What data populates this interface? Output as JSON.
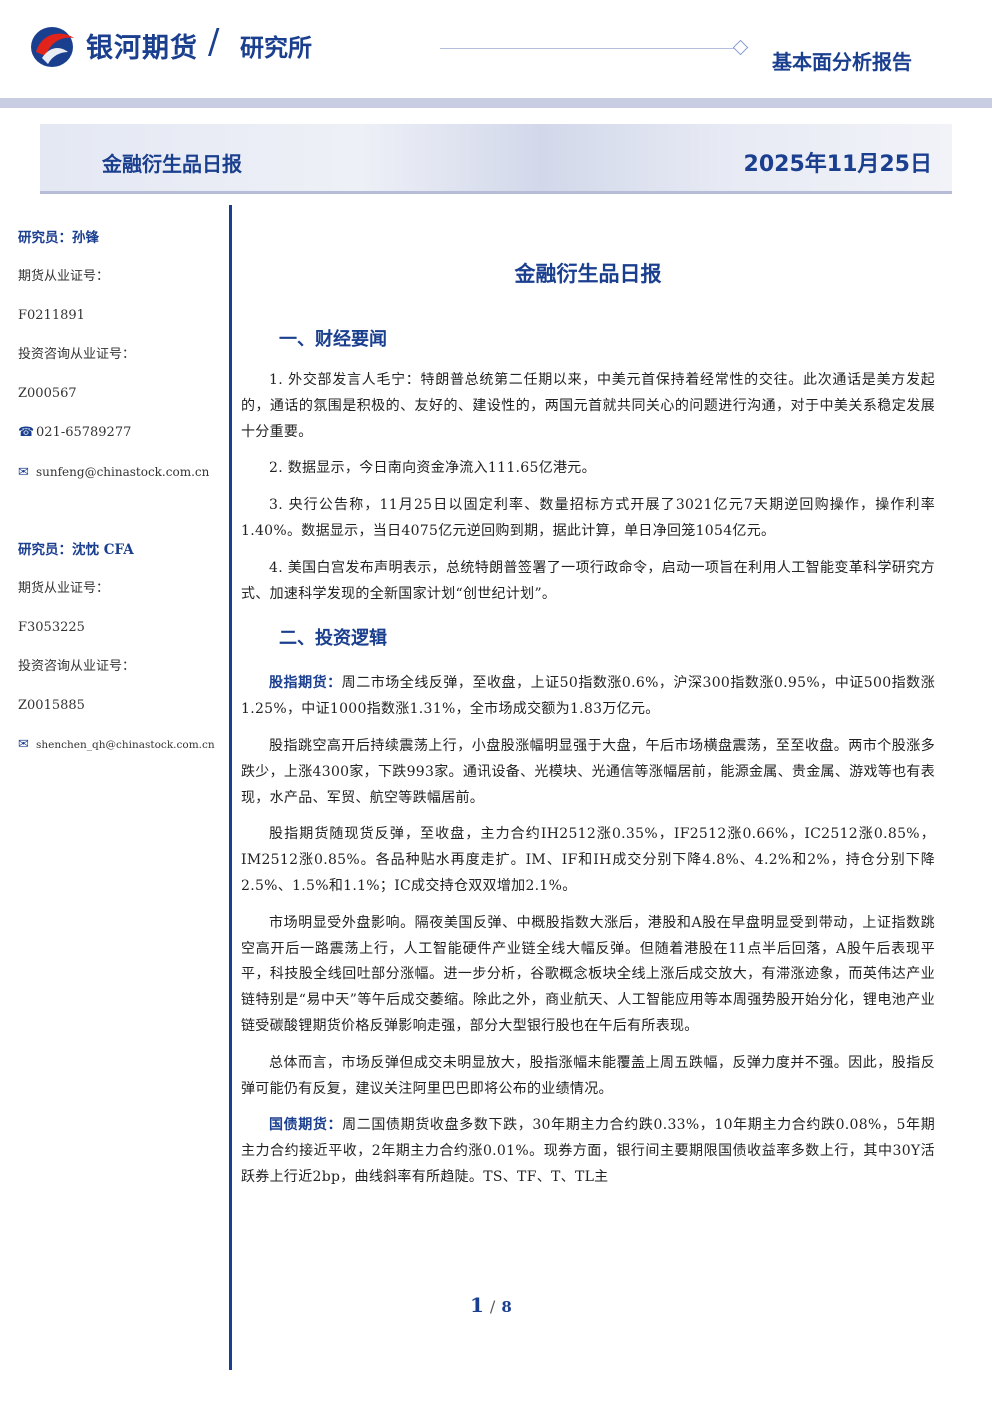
{
  "header": {
    "brand": "银河期货",
    "sub": "研究所",
    "report_type": "基本面分析报告"
  },
  "title_bar": {
    "name": "金融衍生品日报",
    "date": "2025年11月25日"
  },
  "sidebar": {
    "r1_name": "研究员：孙锋",
    "r1_futures_label": "期货从业证号：",
    "r1_futures_id": "F0211891",
    "r1_consult_label": "投资咨询从业证号：",
    "r1_consult_id": "Z000567",
    "r1_phone": "021-65789277",
    "r1_email": "sunfeng@chinastock.com.cn",
    "r2_name": "研究员：沈忱  CFA",
    "r2_futures_label": "期货从业证号：",
    "r2_futures_id": "F3053225",
    "r2_consult_label": "投资咨询从业证号：",
    "r2_consult_id": "Z0015885",
    "r2_email": "shenchen_qh@chinastock.com.cn"
  },
  "main": {
    "title": "金融衍生品日报",
    "sec1": "一、财经要闻",
    "news": [
      "1. 外交部发言人毛宁：特朗普总统第二任期以来，中美元首保持着经常性的交往。此次通话是美方发起的，通话的氛围是积极的、友好的、建设性的，两国元首就共同关心的问题进行沟通，对于中美关系稳定发展十分重要。",
      "2. 数据显示，今日南向资金净流入111.65亿港元。",
      "3. 央行公告称，11月25日以固定利率、数量招标方式开展了3021亿元7天期逆回购操作，操作利率1.40%。数据显示，当日4075亿元逆回购到期，据此计算，单日净回笼1054亿元。",
      "4. 美国白宫发布声明表示，总统特朗普签署了一项行政命令，启动一项旨在利用人工智能变革科学研究方式、加速科学发现的全新国家计划“创世纪计划”。"
    ],
    "sec2": "二、投资逻辑",
    "stock_lead": "股指期货：",
    "stock_p1": "周二市场全线反弹，至收盘，上证50指数涨0.6%，沪深300指数涨0.95%，中证500指数涨1.25%，中证1000指数涨1.31%，全市场成交额为1.83万亿元。",
    "stock_p2": "股指跳空高开后持续震荡上行，小盘股涨幅明显强于大盘，午后市场横盘震荡，至至收盘。两市个股涨多跌少，上涨4300家，下跌993家。通讯设备、光模块、光通信等涨幅居前，能源金属、贵金属、游戏等也有表现，水产品、军贸、航空等跌幅居前。",
    "stock_p3": "股指期货随现货反弹，至收盘，主力合约IH2512涨0.35%，IF2512涨0.66%，IC2512涨0.85%，IM2512涨0.85%。各品种贴水再度走扩。IM、IF和IH成交分别下降4.8%、4.2%和2%，持仓分别下降2.5%、1.5%和1.1%；IC成交持仓双双增加2.1%。",
    "stock_p4": "市场明显受外盘影响。隔夜美国反弹、中概股指数大涨后，港股和A股在早盘明显受到带动，上证指数跳空高开后一路震荡上行，人工智能硬件产业链全线大幅反弹。但随着港股在11点半后回落，A股午后表现平平，科技股全线回吐部分涨幅。进一步分析，谷歌概念板块全线上涨后成交放大，有滞涨迹象，而英伟达产业链特别是“易中天”等午后成交萎缩。除此之外，商业航天、人工智能应用等本周强势股开始分化，锂电池产业链受碳酸锂期货价格反弹影响走强，部分大型银行股也在午后有所表现。",
    "stock_p5": "总体而言，市场反弹但成交未明显放大，股指涨幅未能覆盖上周五跌幅，反弹力度并不强。因此，股指反弹可能仍有反复，建议关注阿里巴巴即将公布的业绩情况。",
    "bond_lead": "国债期货：",
    "bond_p1": "周二国债期货收盘多数下跌，30年期主力合约跌0.33%，10年期主力合约跌0.08%，5年期主力合约接近平收，2年期主力合约涨0.01%。现券方面，银行间主要期限国债收益率多数上行，其中30Y活跃券上行近2bp，曲线斜率有所趋陡。TS、TF、T、TL主"
  },
  "footer": {
    "page_current": "1",
    "page_sep": "/",
    "page_total": "8"
  }
}
